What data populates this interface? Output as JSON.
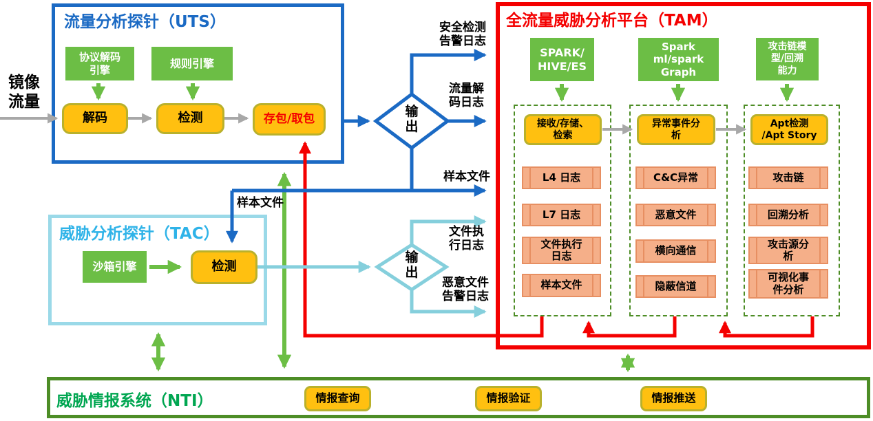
{
  "mirror_traffic_label": "镜像\n流量",
  "uts": {
    "title": "流量分析探针（UTS）",
    "protocol_decode_engine": "协议解码\n引擎",
    "rule_engine": "规则引擎",
    "decode": "解码",
    "detect": "检测",
    "packet_store": "存包/取包"
  },
  "tac": {
    "title": "威胁分析探针（TAC）",
    "sandbox_engine": "沙箱引擎",
    "detect": "检测"
  },
  "tam": {
    "title": "全流量威胁分析平台（TAM）",
    "engines": [
      "SPARK/\nHIVE/ES",
      "Spark\nml/spark\nGraph",
      "攻击链模\n型/回溯\n能力"
    ],
    "stages": [
      "接收/存储、\n检索",
      "异常事件分\n析",
      "Apt检测\n/Apt Story"
    ],
    "columns": [
      [
        "L4 日志",
        "L7 日志",
        "文件执行\n日志",
        "样本文件"
      ],
      [
        "C&C异常",
        "恶意文件",
        "横向通信",
        "隐蔽信道"
      ],
      [
        "攻击链",
        "回溯分析",
        "攻击源分\n析",
        "可视化事\n件分析"
      ]
    ]
  },
  "nti": {
    "title": "威胁情报系统（NTI）",
    "functions": [
      "情报查询",
      "情报验证",
      "情报推送"
    ]
  },
  "flow_labels": {
    "output_diamond": "输\n出",
    "security_alert_log": "安全检测\n告警日志",
    "traffic_decode_log": "流量解\n码日志",
    "sample_file_to_tam": "样本文件",
    "sample_file_to_tac": "样本文件",
    "file_exec_log": "文件执\n行日志",
    "malicious_file_alert_log": "恶意文件\n告警日志"
  },
  "colors": {
    "uts_blue": "#1B6AC4",
    "tac_lightblue": "#9AD9E8",
    "tac_title_blue": "#2FB3E8",
    "tam_red": "#F40000",
    "nti_border_green": "#4D8D26",
    "nti_title_green": "#00A651",
    "engine_green": "#6CBE45",
    "node_yellow": "#FFC010",
    "item_salmon": "#F5AF89",
    "arrow_gray": "#A8A8A8"
  }
}
